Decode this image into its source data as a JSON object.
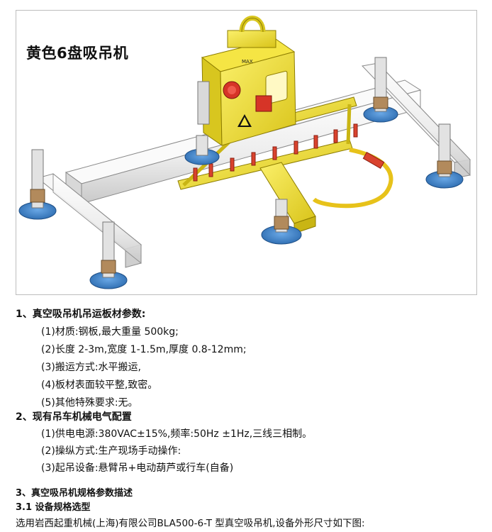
{
  "figure": {
    "title": "黄色6盘吸吊机",
    "panel_label": "MAX",
    "colors": {
      "frame": "#f2e22b",
      "beam": "#f4f4f4",
      "pad": "#3d7fc4",
      "stop": "#d63427",
      "hose": "#e7c21a"
    },
    "icons": [
      "lifting-eye-icon",
      "warning-triangle-icon",
      "emergency-stop-icon"
    ]
  },
  "section1": {
    "heading": "1、真空吸吊机吊运板材参数:",
    "items": [
      "(1)材质:钢板,最大重量 500kg;",
      "(2)长度 2-3m,宽度 1-1.5m,厚度 0.8-12mm;",
      "(3)搬运方式:水平搬运,",
      "(4)板材表面较平整,致密。",
      "(5)其他特殊要求:无。"
    ]
  },
  "section2": {
    "heading": "2、现有吊车机械电气配置",
    "items": [
      "(1)供电电源:380VAC±15%,频率:50Hz ±1Hz,三线三相制。",
      "(2)操纵方式:生产现场手动操作:",
      "(3)起吊设备:悬臂吊+电动葫芦或行车(自备)"
    ]
  },
  "section3": {
    "heading": "3、真空吸吊机规格参数描述",
    "subheading": "3.1 设备规格选型",
    "paragraph": "选用岩西起重机械(上海)有限公司BLA500-6-T 型真空吸吊机,设备外形尺寸如下图:"
  }
}
